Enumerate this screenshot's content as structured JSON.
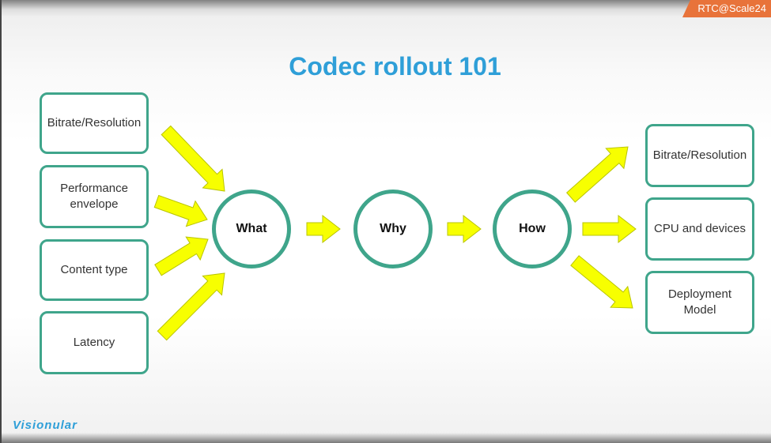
{
  "header": {
    "badge": "RTC@Scale24"
  },
  "slide": {
    "title": "Codec rollout 101"
  },
  "inputs": [
    {
      "label": "Bitrate/Resolution"
    },
    {
      "label": "Performance\nenvelope"
    },
    {
      "label": "Content type"
    },
    {
      "label": "Latency"
    }
  ],
  "stages": [
    {
      "label": "What"
    },
    {
      "label": "Why"
    },
    {
      "label": "How"
    }
  ],
  "outputs": [
    {
      "label": "Bitrate/Resolution"
    },
    {
      "label": "CPU and devices"
    },
    {
      "label": "Deployment\nModel"
    }
  ],
  "footer": {
    "logo": "Visionular"
  },
  "colors": {
    "title": "#2f9fd8",
    "box_border": "#3fa58b",
    "arrow_fill": "#f7ff00",
    "arrow_stroke": "#b9c400",
    "badge": "#e8733a"
  }
}
